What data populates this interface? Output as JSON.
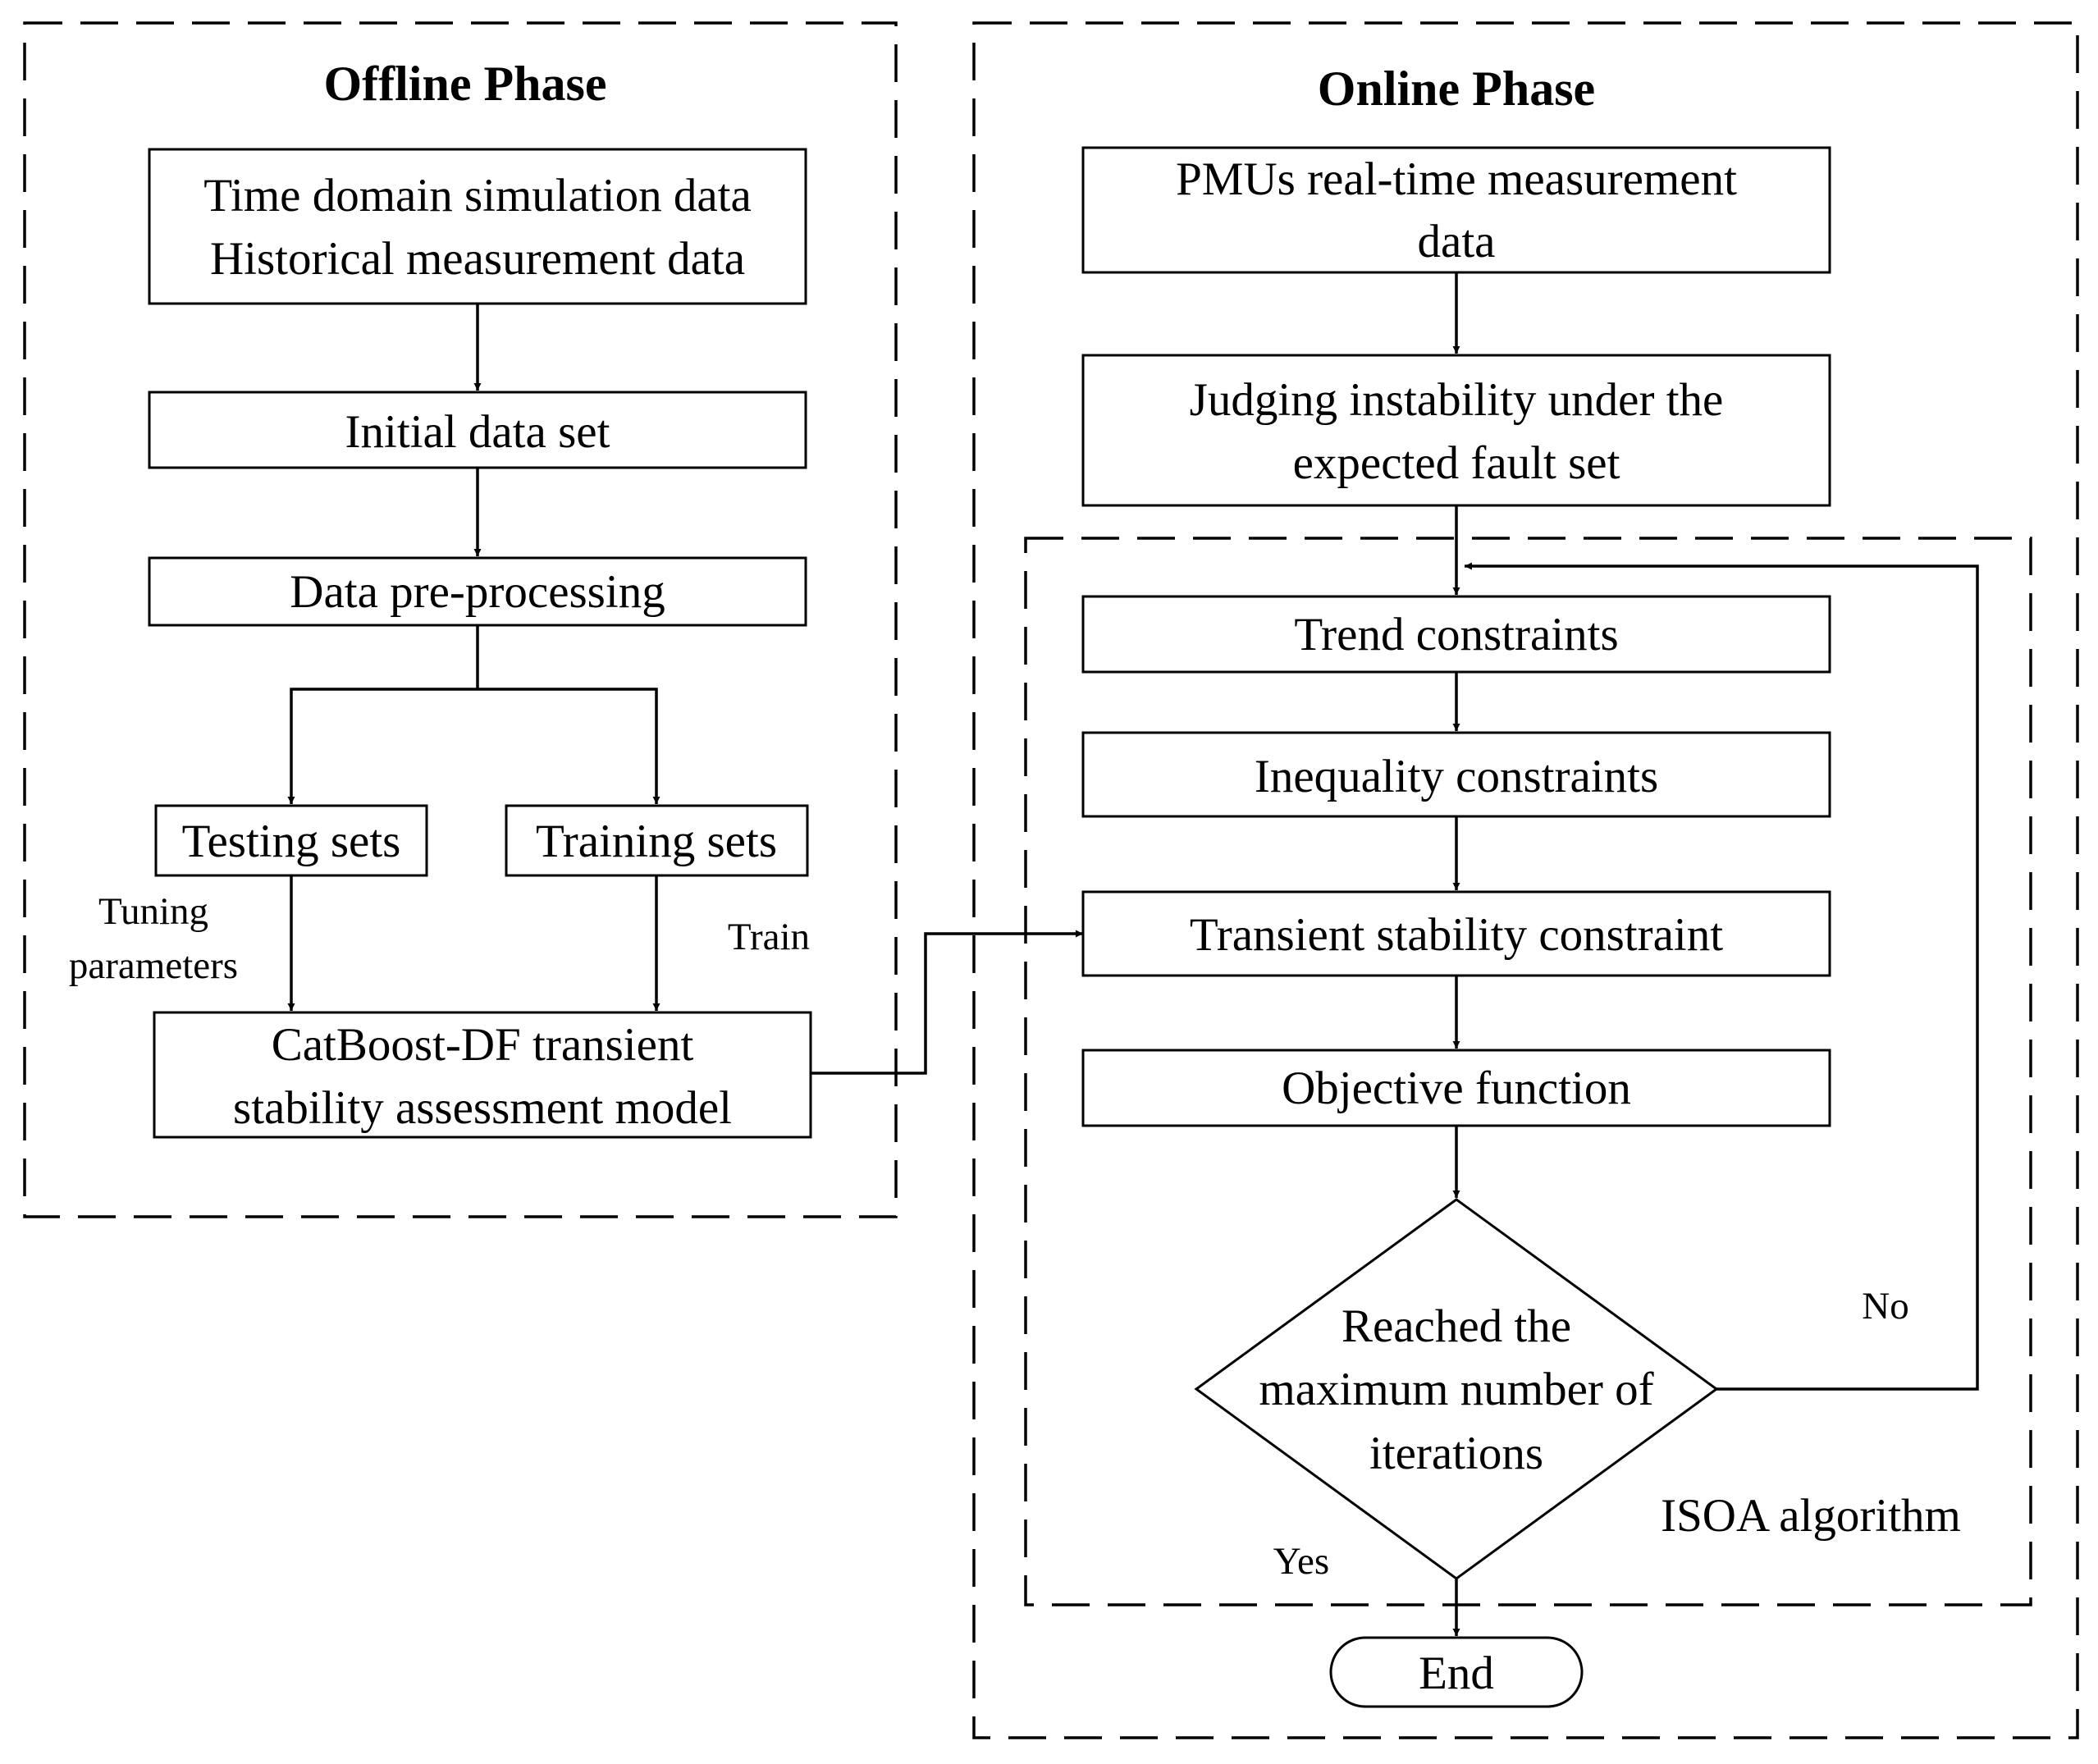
{
  "offline": {
    "title": "Offline Phase",
    "sim_data_line1": "Time domain simulation data",
    "sim_data_line2": "Historical measurement data",
    "initial_data": "Initial data set",
    "preprocessing": "Data pre-processing",
    "testing_sets": "Testing sets",
    "training_sets": "Training sets",
    "tuning_line1": "Tuning",
    "tuning_line2": "parameters",
    "train_label": "Train",
    "model_line1": "CatBoost-DF transient",
    "model_line2": "stability assessment model"
  },
  "online": {
    "title": "Online Phase",
    "pmu_line1": "PMUs real-time measurement",
    "pmu_line2": "data",
    "judging_line1": "Judging instability under the",
    "judging_line2": "expected fault set",
    "trend": "Trend constraints",
    "inequality": "Inequality constraints",
    "transient": "Transient stability constraint",
    "objective": "Objective function",
    "decision_line1": "Reached the",
    "decision_line2": "maximum number of",
    "decision_line3": "iterations",
    "no_label": "No",
    "yes_label": "Yes",
    "isoa_label": "ISOA algorithm",
    "end": "End"
  }
}
